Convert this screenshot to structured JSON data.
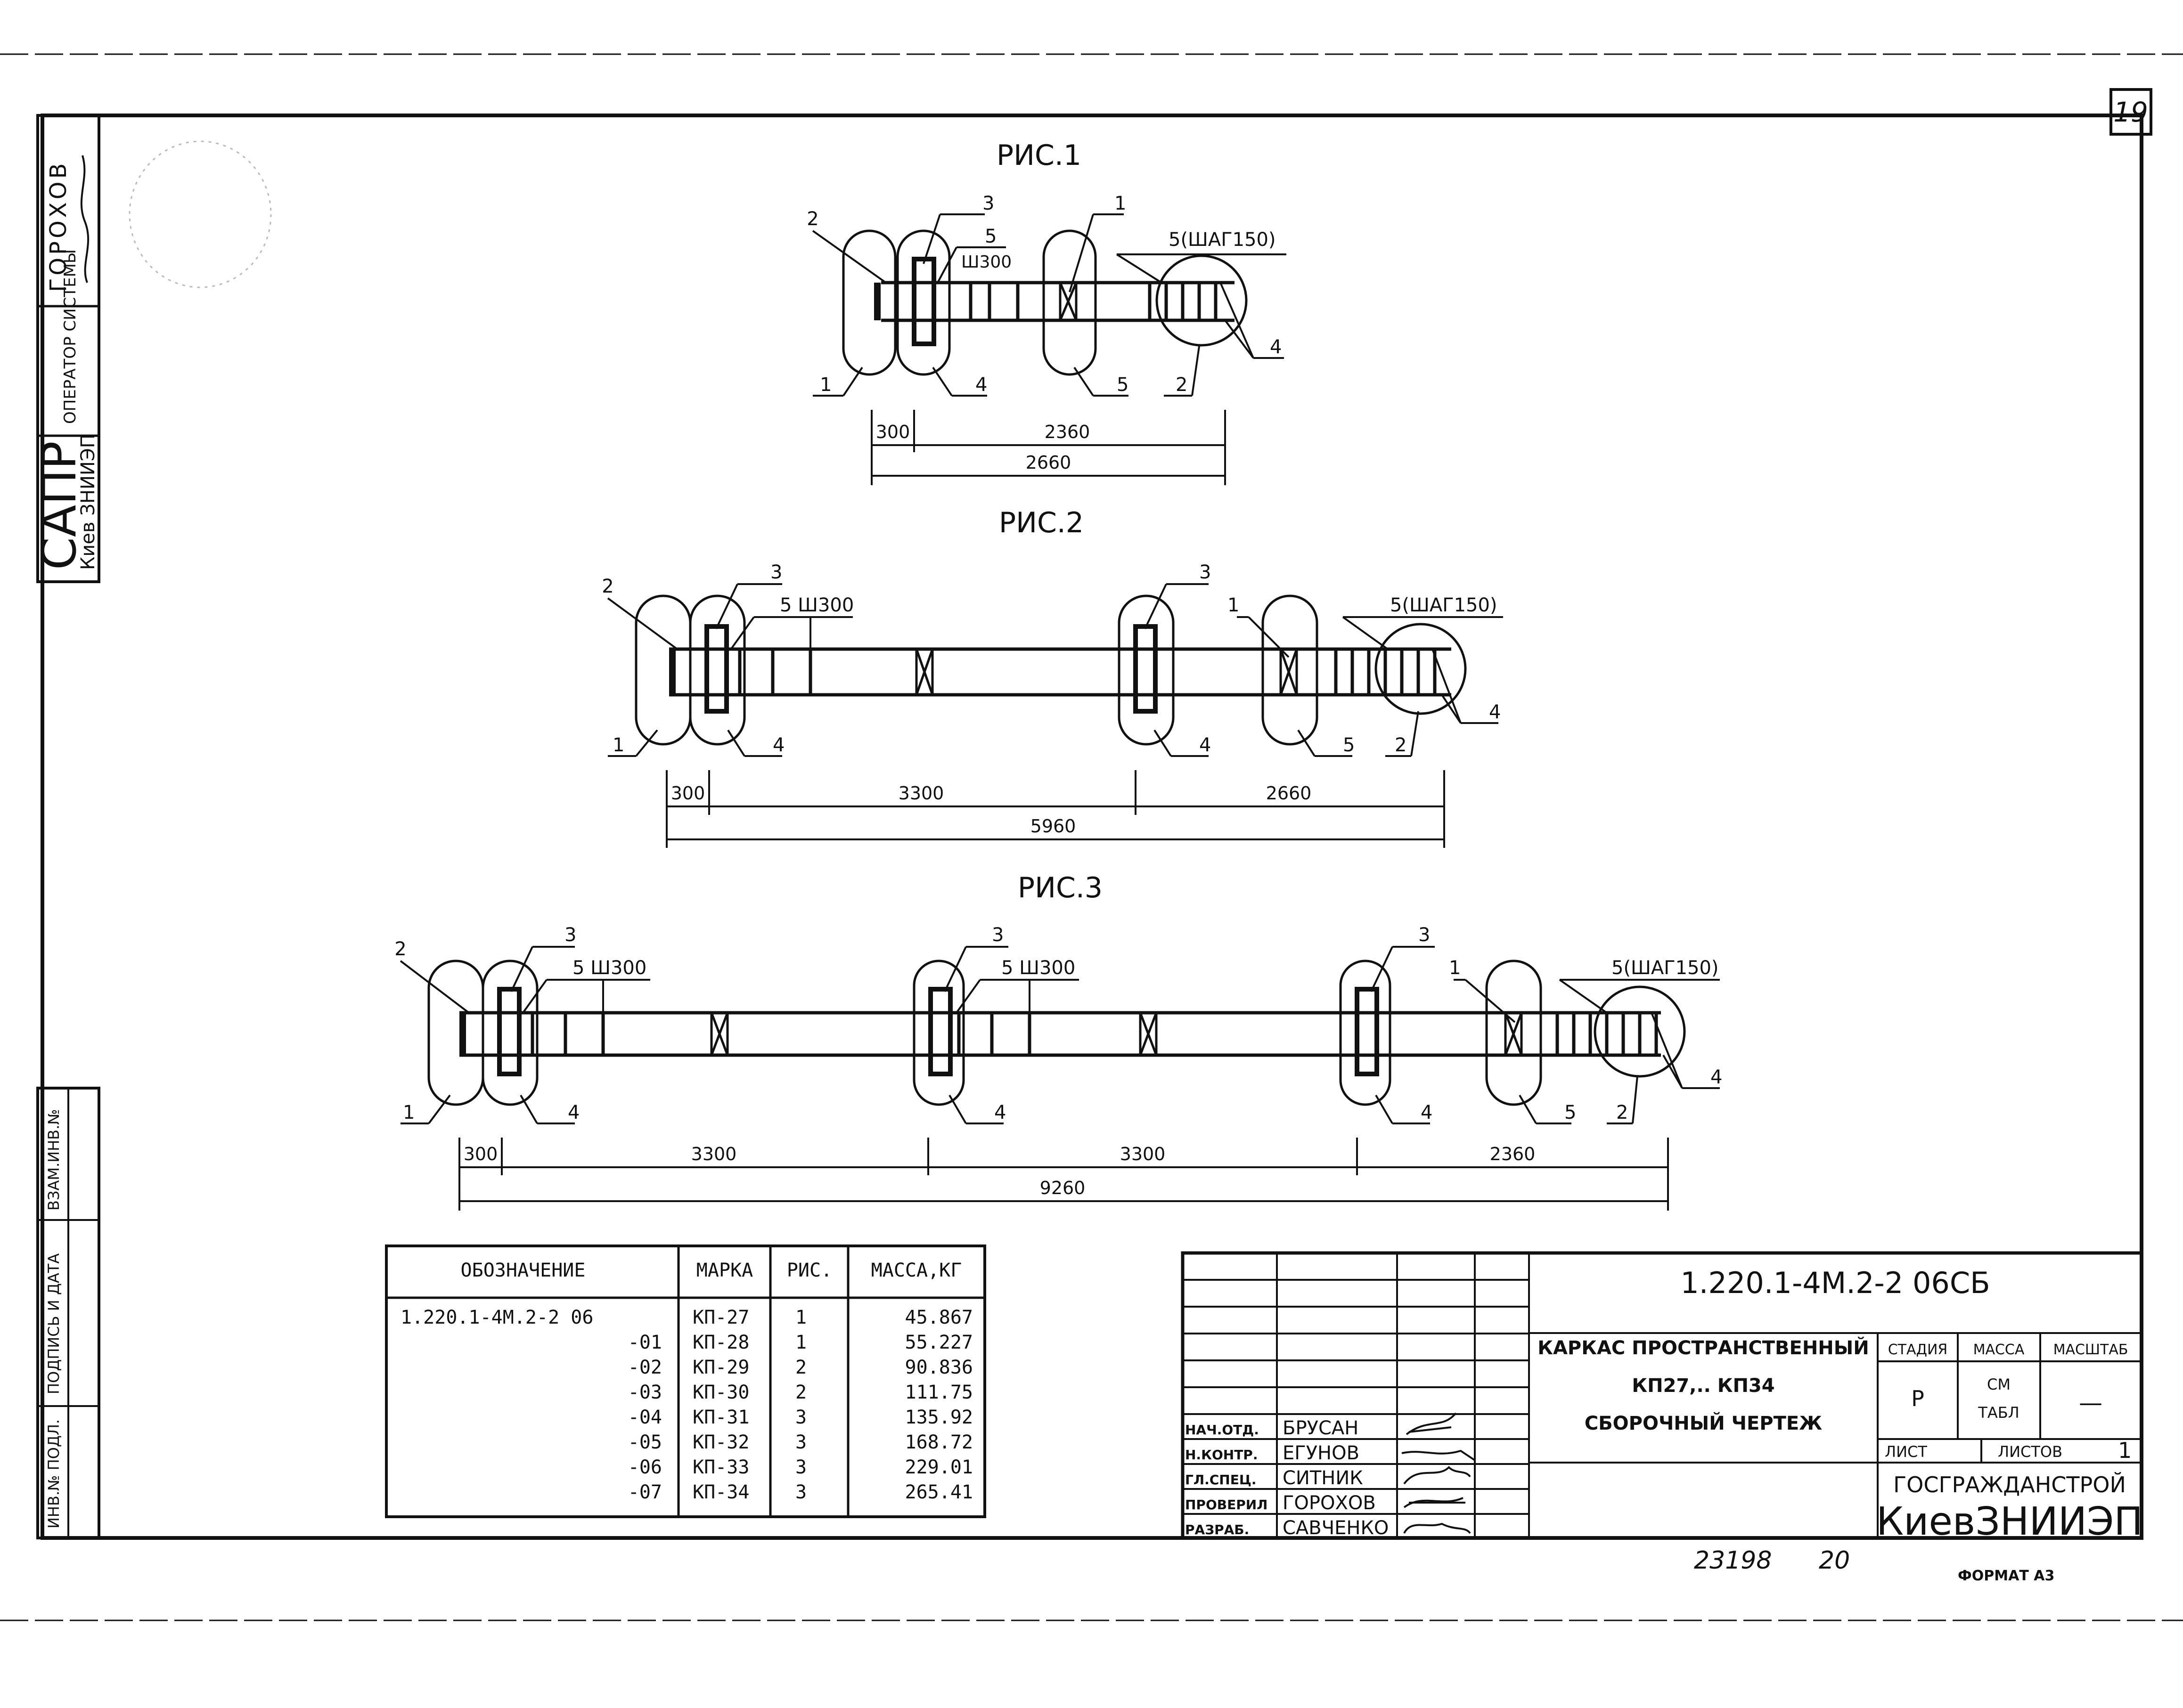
{
  "sheet_number": "19",
  "side_stamp": {
    "sapr": "САПР",
    "org": "Киев ЗНИИЭП",
    "operator_label": "ОПЕРАТОР СИСТЕМЫ",
    "operator_name": "ГОРОХОВ"
  },
  "left_strip": {
    "vzam": "ВЗАМ.ИНВ.№",
    "podpis": "ПОДПИСЬ И ДАТА",
    "inv_podl": "ИНВ.№ ПОДЛ."
  },
  "figures": [
    {
      "title": "РИС.1",
      "callouts": {
        "c2a": "2",
        "c3a": "3",
        "c5a": "5",
        "cw": "Ш300",
        "c1": "1",
        "c5s": "5(ШАГ150)",
        "c1b": "1",
        "c4a": "4",
        "c5b": "5",
        "c2b": "2",
        "c4b": "4"
      },
      "dims": [
        "300",
        "2360"
      ],
      "total": "2660"
    },
    {
      "title": "РИС.2",
      "callouts": {
        "c2a": "2",
        "c3a": "3",
        "c5w": "5 Ш300",
        "c3b": "3",
        "c1": "1",
        "c5s": "5(ШАГ150)",
        "c1b": "1",
        "c4a": "4",
        "c4b": "4",
        "c5b": "5",
        "c2b": "2",
        "c4c": "4"
      },
      "dims": [
        "300",
        "3300",
        "2660"
      ],
      "total": "5960"
    },
    {
      "title": "РИС.3",
      "callouts": {
        "c2a": "2",
        "c3a": "3",
        "c5w": "5 Ш300",
        "c3b": "3",
        "c5w2": "5 Ш300",
        "c3c": "3",
        "c1": "1",
        "c5s": "5(ШАГ150)",
        "c1b": "1",
        "c4a": "4",
        "c4b": "4",
        "c4c": "4",
        "c5b": "5",
        "c2b": "2",
        "c4d": "4"
      },
      "dims": [
        "300",
        "3300",
        "3300",
        "2360"
      ],
      "total": "9260"
    }
  ],
  "spec_table": {
    "headers": [
      "ОБОЗНАЧЕНИЕ",
      "МАРКА",
      "РИС.",
      "МАССА,КГ"
    ],
    "rows": [
      [
        "1.220.1-4М.2-2 06",
        "КП-27",
        "1",
        "45.867"
      ],
      [
        "-01",
        "КП-28",
        "1",
        "55.227"
      ],
      [
        "-02",
        "КП-29",
        "2",
        "90.836"
      ],
      [
        "-03",
        "КП-30",
        "2",
        "111.75"
      ],
      [
        "-04",
        "КП-31",
        "3",
        "135.92"
      ],
      [
        "-05",
        "КП-32",
        "3",
        "168.72"
      ],
      [
        "-06",
        "КП-33",
        "3",
        "229.01"
      ],
      [
        "-07",
        "КП-34",
        "3",
        "265.41"
      ]
    ]
  },
  "title_block": {
    "code": "1.220.1-4М.2-2 06СБ",
    "name_lines": [
      "КАРКАС ПРОСТРАНСТВЕННЫЙ",
      "КП27,.. КП34",
      "СБОРОЧНЫЙ ЧЕРТЕЖ"
    ],
    "stage_label": "СТАДИЯ",
    "mass_label": "МАССА",
    "scale_label": "МАСШТАБ",
    "stage": "Р",
    "mass_1": "СМ",
    "mass_2": "ТАБЛ",
    "scale": "—",
    "sheet_label": "ЛИСТ",
    "sheets_label": "ЛИСТОВ",
    "sheets": "1",
    "org_1": "ГОСГРАЖДАНСТРОЙ",
    "org_2": "КиевЗНИИЭП",
    "people": [
      {
        "role": "НАЧ.ОТД.",
        "name": "БРУСАН"
      },
      {
        "role": "Н.КОНТР.",
        "name": "ЕГУНОВ"
      },
      {
        "role": "ГЛ.СПЕЦ.",
        "name": "СИТНИК"
      },
      {
        "role": "ПРОВЕРИЛ",
        "name": "ГОРОХОВ"
      },
      {
        "role": "РАЗРАБ.",
        "name": "САВЧЕНКО"
      }
    ]
  },
  "footer": {
    "number": "23198",
    "page": "20",
    "format": "ФОРМАТ А3"
  }
}
